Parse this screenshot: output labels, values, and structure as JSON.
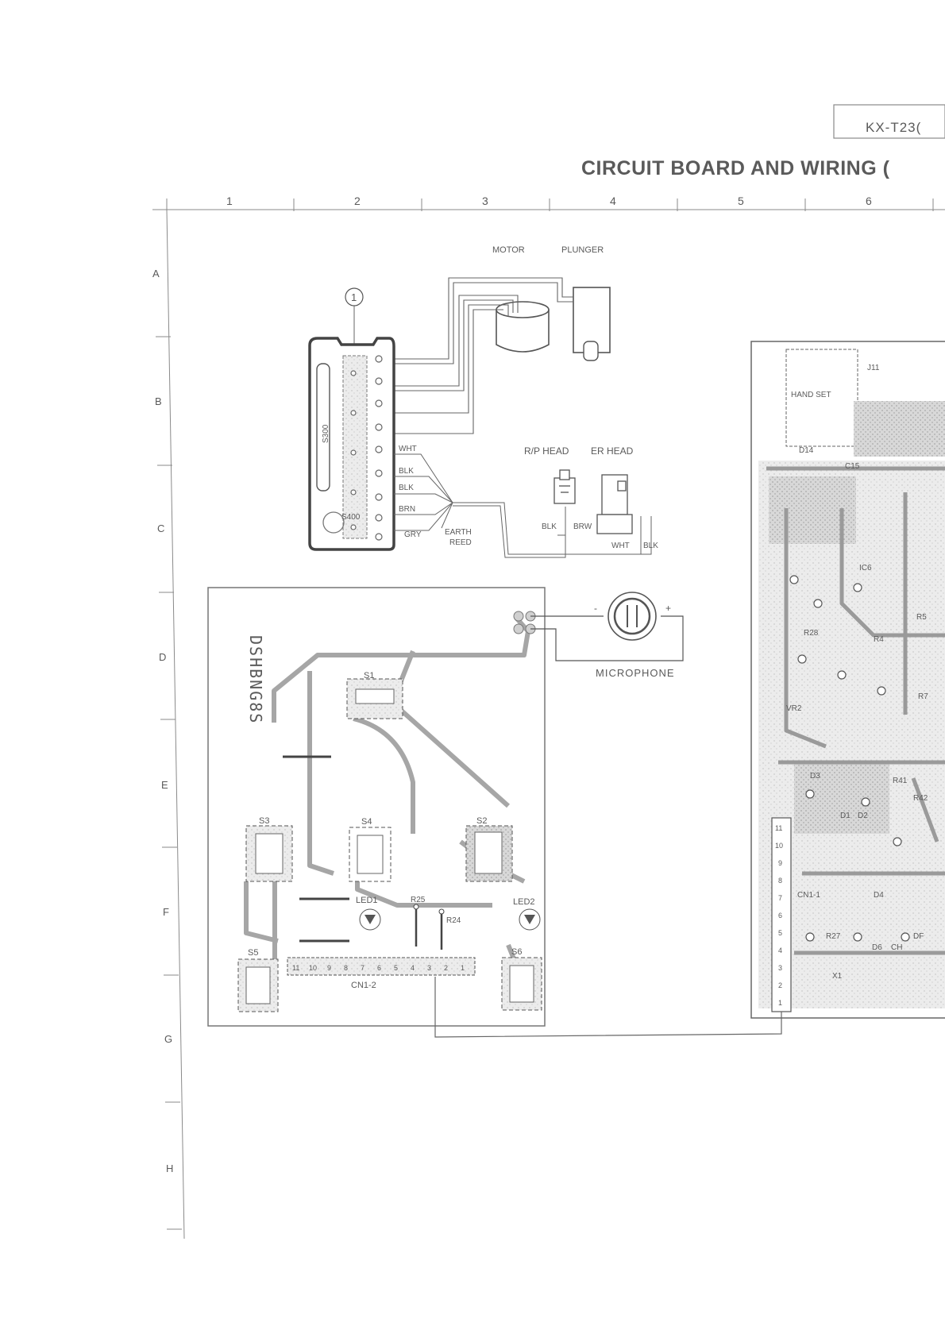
{
  "header": {
    "model": "KX-T23(",
    "title": "CIRCUIT BOARD AND WIRING ("
  },
  "ruler": {
    "columns": [
      "1",
      "2",
      "3",
      "4",
      "5",
      "6"
    ],
    "rows": [
      "A",
      "B",
      "C",
      "D",
      "E",
      "F",
      "G",
      "H"
    ]
  },
  "mechanism": {
    "callout": "1",
    "motor": "MOTOR",
    "plunger": "PLUNGER",
    "switch_s300": "S300",
    "switch_s400": "S400",
    "wires": [
      "WHT",
      "BLK",
      "BLK",
      "BRN",
      "GRY"
    ],
    "earth_reed": [
      "EARTH",
      "REED"
    ],
    "rp_head": "R/P HEAD",
    "er_head": "ER HEAD",
    "head_wires": {
      "blk1": "BLK",
      "brw": "BRW",
      "wht": "WHT",
      "blk2": "BLK"
    }
  },
  "switch_board": {
    "board_code": "DSHBNG8S",
    "switches": [
      "S1",
      "S2",
      "S3",
      "S4",
      "S5",
      "S6"
    ],
    "leds": [
      "LED1",
      "LED2"
    ],
    "resistors": [
      "R25",
      "R24"
    ],
    "connector": "CN1-2",
    "pins": [
      "11",
      "10",
      "9",
      "8",
      "7",
      "6",
      "5",
      "4",
      "3",
      "2",
      "1"
    ],
    "microphone": "MICROPHONE",
    "mic_minus": "-",
    "mic_plus": "+"
  },
  "main_board": {
    "labels": [
      "J11",
      "HAND SET",
      "D14",
      "C15",
      "IC6",
      "R28",
      "VR2",
      "D3",
      "D1",
      "D2",
      "R41",
      "R42",
      "CN1-1",
      "R27",
      "X1",
      "D6",
      "CH",
      "DF",
      "R4",
      "R5",
      "R7",
      "D4"
    ],
    "pins": [
      "11",
      "10",
      "9",
      "8",
      "7",
      "6",
      "5",
      "4",
      "3",
      "2",
      "1"
    ]
  },
  "colors": {
    "ink": "#5a5a5a",
    "trace": "#8a8a8a",
    "copper": "#b4b4b4"
  }
}
